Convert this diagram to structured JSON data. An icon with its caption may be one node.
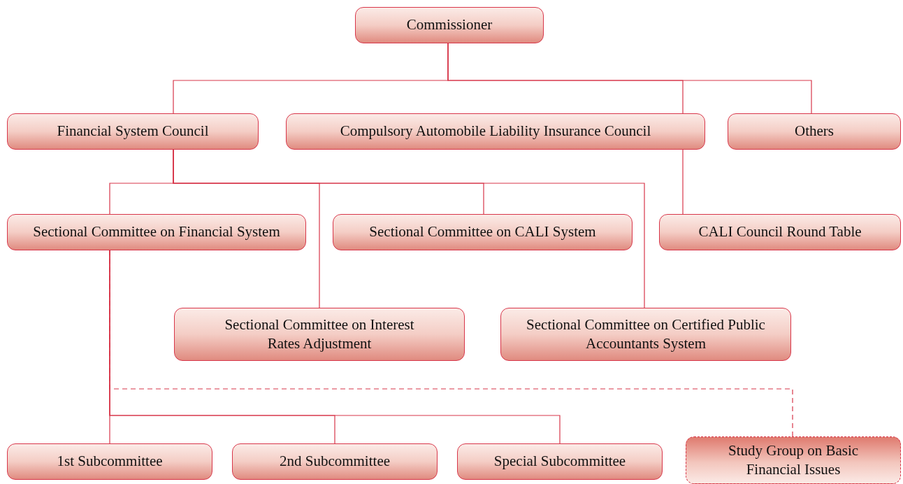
{
  "diagram": {
    "nodes": [
      {
        "text": [
          "Commissioner"
        ]
      },
      {
        "text": [
          "Financial System Council"
        ]
      },
      {
        "text": [
          "Compulsory Automobile Liability Insurance Council"
        ]
      },
      {
        "text": [
          "Others"
        ]
      },
      {
        "text": [
          "Sectional Committee on Financial System"
        ]
      },
      {
        "text": [
          "Sectional Committee on CALI System"
        ]
      },
      {
        "text": [
          "CALI Council Round Table"
        ]
      },
      {
        "text": [
          "Sectional Committee on Interest Rates Adjustment"
        ]
      },
      {
        "text": [
          "Sectional Committee on Certified Public Accountants System"
        ]
      },
      {
        "text": [
          "1st Subcommittee"
        ]
      },
      {
        "text": [
          "2nd Subcommittee"
        ]
      },
      {
        "text": [
          "Special Subcommittee"
        ]
      },
      {
        "text": [
          "Study Group on Basic Financial Issues"
        ]
      }
    ],
    "edges": [
      {
        "from": 0,
        "to": 1,
        "arrow": "none"
      },
      {
        "from": 0,
        "to": 2,
        "arrow": "none"
      },
      {
        "from": 0,
        "to": 3,
        "arrow": "none"
      },
      {
        "from": 1,
        "to": 4,
        "arrow": "none"
      },
      {
        "from": 1,
        "to": 7,
        "arrow": "none"
      },
      {
        "from": 1,
        "to": 5,
        "arrow": "none"
      },
      {
        "from": 1,
        "to": 8,
        "arrow": "none"
      },
      {
        "from": 2,
        "to": 6,
        "arrow": "none"
      },
      {
        "from": 4,
        "to": 12,
        "arrow": "none",
        "style": "dashed"
      },
      {
        "from": 4,
        "to": 9,
        "arrow": "none"
      },
      {
        "from": 4,
        "to": 10,
        "arrow": "none"
      },
      {
        "from": 4,
        "to": 11,
        "arrow": "none"
      }
    ]
  }
}
